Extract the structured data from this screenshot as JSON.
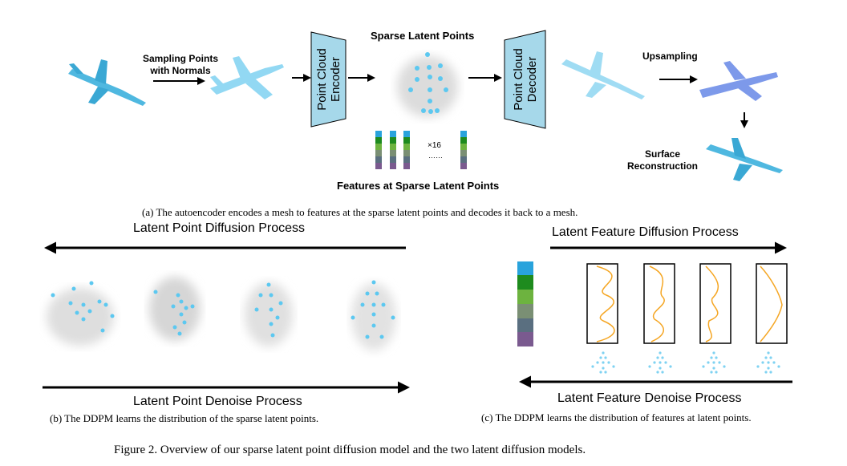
{
  "panel_a": {
    "label_sampling_line1": "Sampling Points",
    "label_sampling_line2": "with Normals",
    "encoder_line1": "Point Cloud",
    "encoder_line2": "Encoder",
    "sparse_title": "Sparse Latent Points",
    "decoder_line1": "Point Cloud",
    "decoder_line2": "Decoder",
    "upsampling": "Upsampling",
    "surface_line1": "Surface",
    "surface_line2": "Reconstruction",
    "times16": "×16",
    "dots": "……",
    "features_title": "Features at Sparse Latent Points",
    "caption": "(a) The autoencoder encodes a mesh to features at the sparse latent points and decodes it back to a mesh."
  },
  "panel_b": {
    "top_label": "Latent Point Diffusion Process",
    "bottom_label": "Latent Point Denoise Process",
    "caption": "(b) The DDPM learns the distribution of the sparse latent points."
  },
  "panel_c": {
    "top_label": "Latent Feature Diffusion Process",
    "bottom_label": "Latent Feature Denoise Process",
    "caption": "(c) The DDPM learns the distribution of features at latent points."
  },
  "figure_caption": "Figure 2. Overview of our sparse latent point diffusion model and the two latent diffusion models.",
  "colors": {
    "mesh": "#4fb8e0",
    "points": "#5cc8f0",
    "box_fill": "#a6d8ea",
    "curve": "#f5a623",
    "feature_stack": [
      "#29a3dc",
      "#1e8b1e",
      "#6db33f",
      "#7a8f74",
      "#5a6f80",
      "#7a5a8f"
    ]
  }
}
